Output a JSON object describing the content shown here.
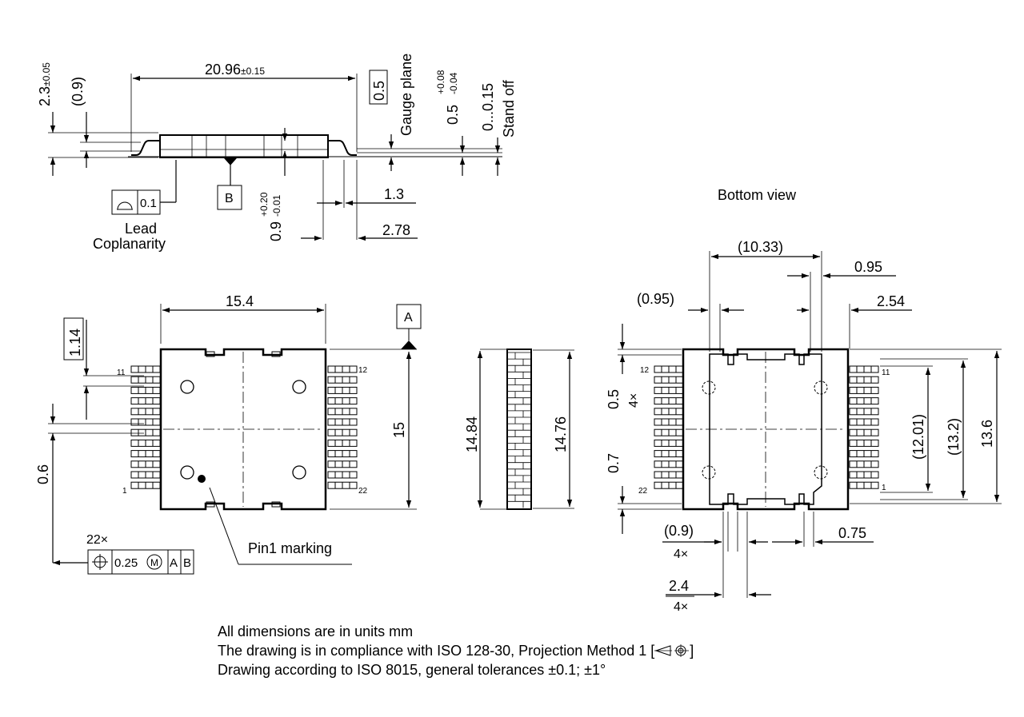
{
  "side_view": {
    "height_total": "2.3",
    "height_total_tol": "±0.05",
    "height_ref": "(0.9)",
    "length": "20.96",
    "length_tol": "±0.15",
    "gauge_value": "0.5",
    "gauge_label": "Gauge plane",
    "lead_thk": "0.5",
    "lead_thk_tol_plus": "+0.08",
    "lead_thk_tol_minus": "-0.04",
    "standoff_value": "0...0.15",
    "standoff_label": "Stand off",
    "datum_b": "B",
    "coplanarity_value": "0.1",
    "coplanarity_label_1": "Lead",
    "coplanarity_label_2": "Coplanarity",
    "body_thk": "0.9",
    "body_thk_tol_plus": "+0.20",
    "body_thk_tol_minus": "-0.01",
    "lead_len": "1.3",
    "lead_span": "2.78"
  },
  "top_view": {
    "width": "15.4",
    "pad_width": "1.14",
    "height": "15",
    "pitch": "0.6",
    "datum_a": "A",
    "pin_11": "11",
    "pin_12": "12",
    "pin_1": "1",
    "pin_22": "22",
    "pin1_label": "Pin1 marking",
    "pos_count": "22×",
    "pos_tol": "0.25",
    "pos_mod": "M",
    "pos_datum_a": "A",
    "pos_datum_b": "B"
  },
  "end_view": {
    "height_left": "14.84",
    "height_right": "14.76"
  },
  "bottom_view": {
    "title": "Bottom view",
    "d_1033": "(10.33)",
    "d_095_right": "0.95",
    "d_095_left": "(0.95)",
    "d_254": "2.54",
    "d_05": "0.5",
    "d_05_count": "4×",
    "d_07": "0.7",
    "d_1201": "(12.01)",
    "d_132": "(13.2)",
    "d_136": "13.6",
    "d_09": "(0.9)",
    "d_09_count": "4×",
    "d_075": "0.75",
    "d_24": "2.4",
    "d_24_count": "4×",
    "pin_12": "12",
    "pin_11": "11",
    "pin_22": "22",
    "pin_1": "1"
  },
  "notes": {
    "line1": "All dimensions are in units mm",
    "line2": "The drawing is in compliance with ISO 128-30, Projection Method 1 [",
    "line2_end": "]",
    "line3": "Drawing according to ISO 8015, general tolerances ±0.1; ±1°"
  }
}
